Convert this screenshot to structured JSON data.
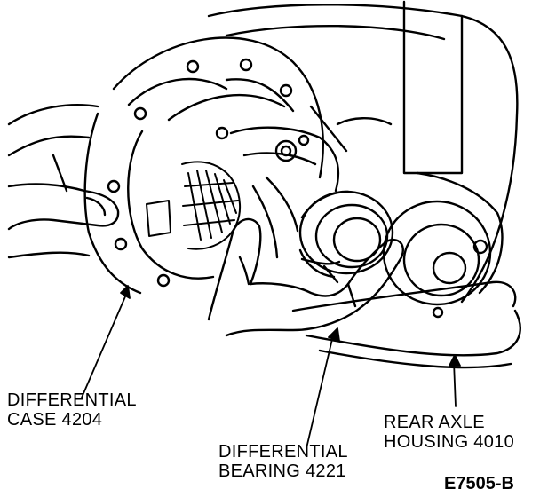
{
  "labels": {
    "differential_case": [
      "DIFFERENTIAL",
      "CASE 4204"
    ],
    "differential_bearing": [
      "DIFFERENTIAL",
      "BEARING 4221"
    ],
    "rear_axle_housing": [
      "REAR AXLE",
      "HOUSING 4010"
    ]
  },
  "figure_id": "E7505-B",
  "colors": {
    "ink": "#000000",
    "paper": "#ffffff"
  }
}
